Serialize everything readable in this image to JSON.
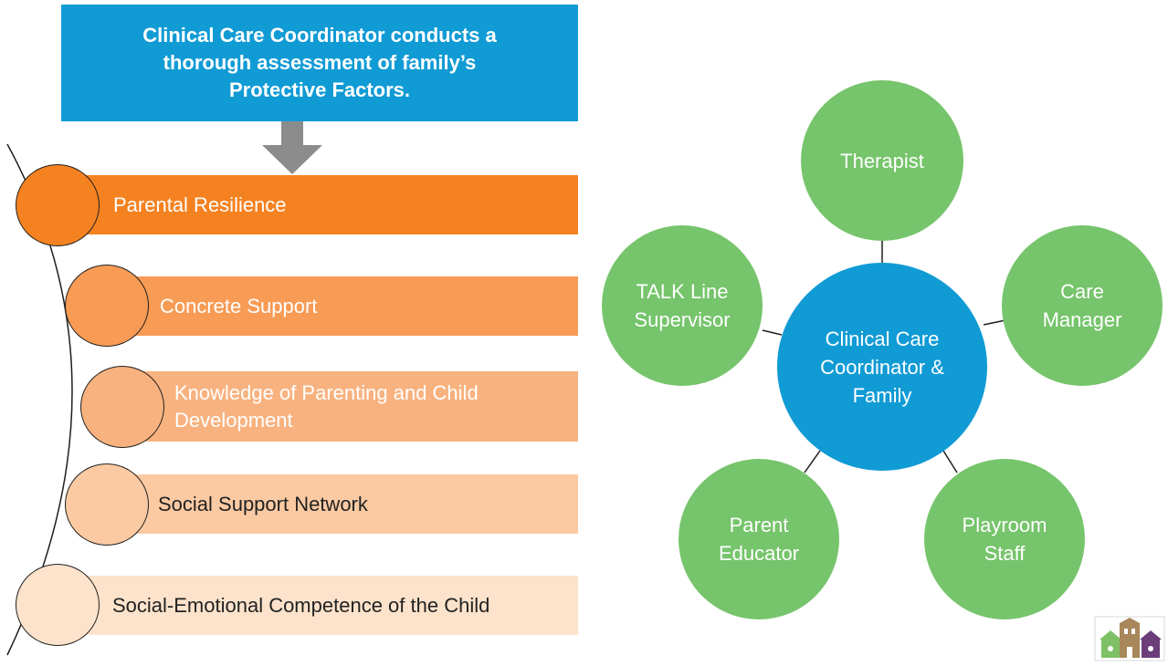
{
  "header": {
    "text": "Clinical Care Coordinator conducts a thorough assessment of family’s Protective Factors."
  },
  "factors": [
    {
      "label": "Parental Resilience",
      "color": "#f58220",
      "text_color": "#ffffff"
    },
    {
      "label": "Concrete Support",
      "color": "#f79b55",
      "text_color": "#ffffff"
    },
    {
      "label": "Knowledge of Parenting and Child Development",
      "color": "#f8b27f",
      "text_color": "#ffffff"
    },
    {
      "label": "Social Support Network",
      "color": "#fbcaa3",
      "text_color": "#222222"
    },
    {
      "label": "Social-Emotional Competence of the Child",
      "color": "#fde3cb",
      "text_color": "#222222"
    }
  ],
  "team": {
    "center": "Clinical Care Coordinator & Family",
    "members": [
      "Therapist",
      "Care Manager",
      "Playroom Staff",
      "Parent Educator",
      "TALK Line Supervisor"
    ]
  },
  "colors": {
    "header_blue": "#119bd5",
    "member_green": "#76c46b",
    "arrow_gray": "#8c8c8c"
  },
  "logo": {
    "icon": "houses-logo-icon"
  }
}
